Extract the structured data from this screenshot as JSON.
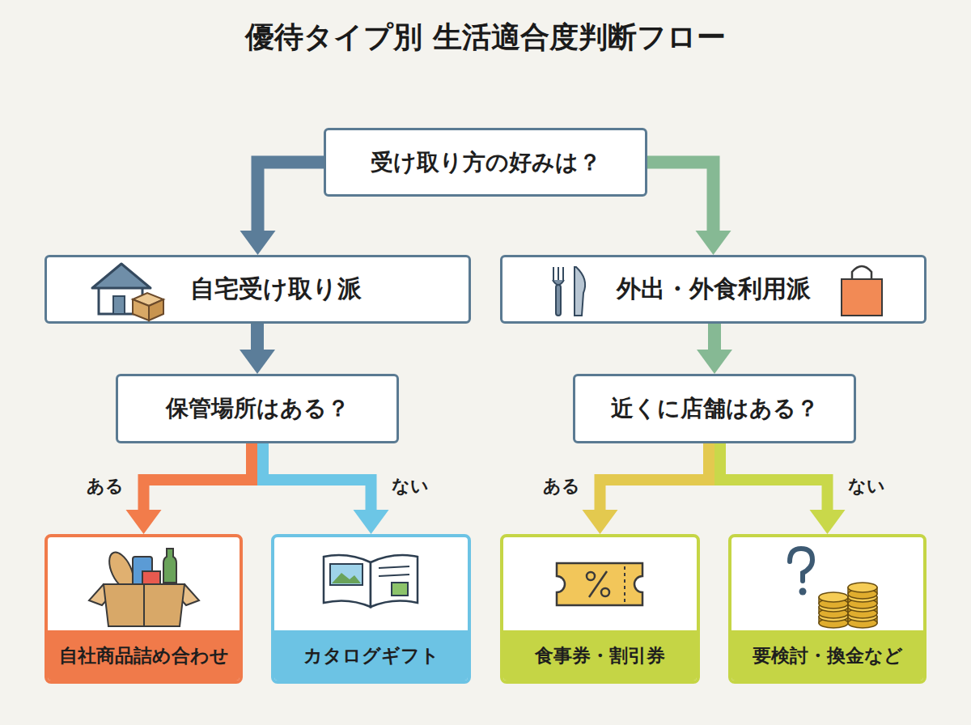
{
  "diagram": {
    "title": "優待タイプ別 生活適合度判断フロー",
    "nodes": [
      {
        "text": [
          "受け取り方の好みは？"
        ]
      },
      {
        "text": [
          "自宅受け取り派"
        ]
      },
      {
        "text": [
          "外出・外食利用派"
        ]
      },
      {
        "text": [
          "保管場所はある？"
        ]
      },
      {
        "text": [
          "近くに店舗はある？"
        ]
      },
      {
        "text": [
          "自社商品詰め合わせ"
        ]
      },
      {
        "text": [
          "カタログギフト"
        ]
      },
      {
        "text": [
          "食事券・割引券"
        ]
      },
      {
        "text": [
          "要検討・換金など"
        ]
      }
    ],
    "edges": [
      {
        "from": 0,
        "to": 1,
        "arrow": "to"
      },
      {
        "from": 0,
        "to": 2,
        "arrow": "to"
      },
      {
        "from": 1,
        "to": 3,
        "arrow": "to"
      },
      {
        "from": 2,
        "to": 4,
        "arrow": "to"
      },
      {
        "from": 3,
        "to": 5,
        "label": "ある",
        "arrow": "to"
      },
      {
        "from": 3,
        "to": 6,
        "label": "ない",
        "arrow": "to"
      },
      {
        "from": 4,
        "to": 7,
        "label": "ある",
        "arrow": "to"
      },
      {
        "from": 4,
        "to": 8,
        "label": "ない",
        "arrow": "to"
      }
    ]
  }
}
